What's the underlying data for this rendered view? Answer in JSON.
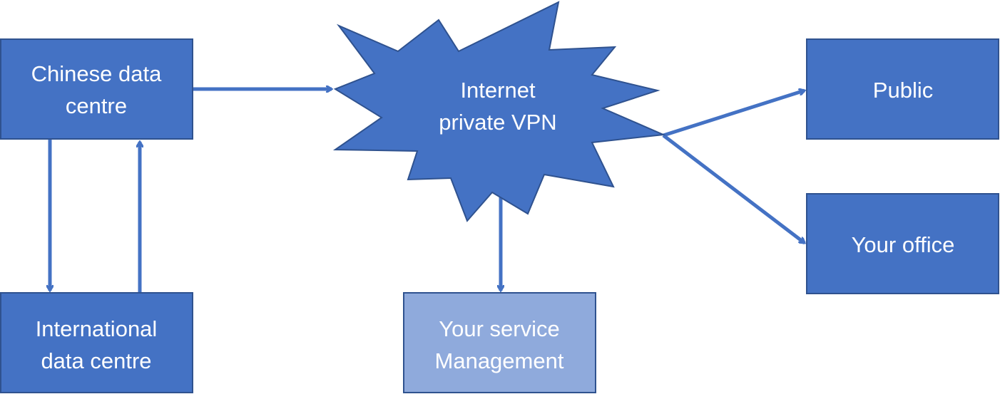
{
  "colors": {
    "box_fill": "#4472C4",
    "box_border": "#2F528F",
    "light_box_fill": "#8FAADC",
    "arrow": "#4472C4",
    "text": "#FFFFFF",
    "background": "#FFFFFF"
  },
  "nodes": {
    "chinese_dc": {
      "line1": "Chinese data",
      "line2": "centre"
    },
    "international_dc": {
      "line1": "International",
      "line2": "data centre"
    },
    "internet_vpn": {
      "line1": "Internet",
      "line2": "private VPN"
    },
    "service_mgmt": {
      "line1": "Your service",
      "line2": "Management"
    },
    "public": {
      "label": "Public"
    },
    "your_office": {
      "label": "Your office"
    }
  }
}
